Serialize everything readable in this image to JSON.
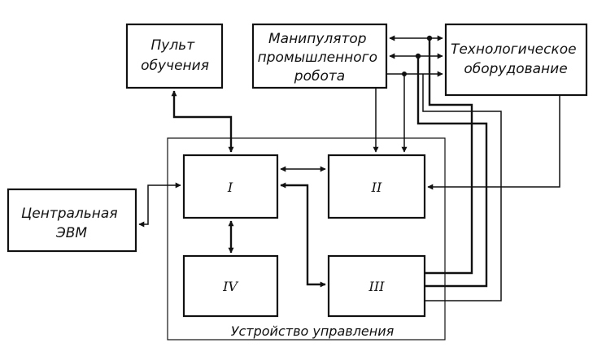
{
  "blocks": {
    "teach_pendant": [
      "Пульт",
      "обучения"
    ],
    "manipulator": [
      "Манипулятор",
      "промышленного",
      "робота"
    ],
    "tech_equipment": [
      "Технологическое",
      "оборудование"
    ],
    "central_computer": [
      "Центральная",
      "ЭВМ"
    ],
    "unit_1": "I",
    "unit_2": "II",
    "unit_3": "III",
    "unit_4": "IV"
  },
  "control_unit_caption": "Устройство управления"
}
